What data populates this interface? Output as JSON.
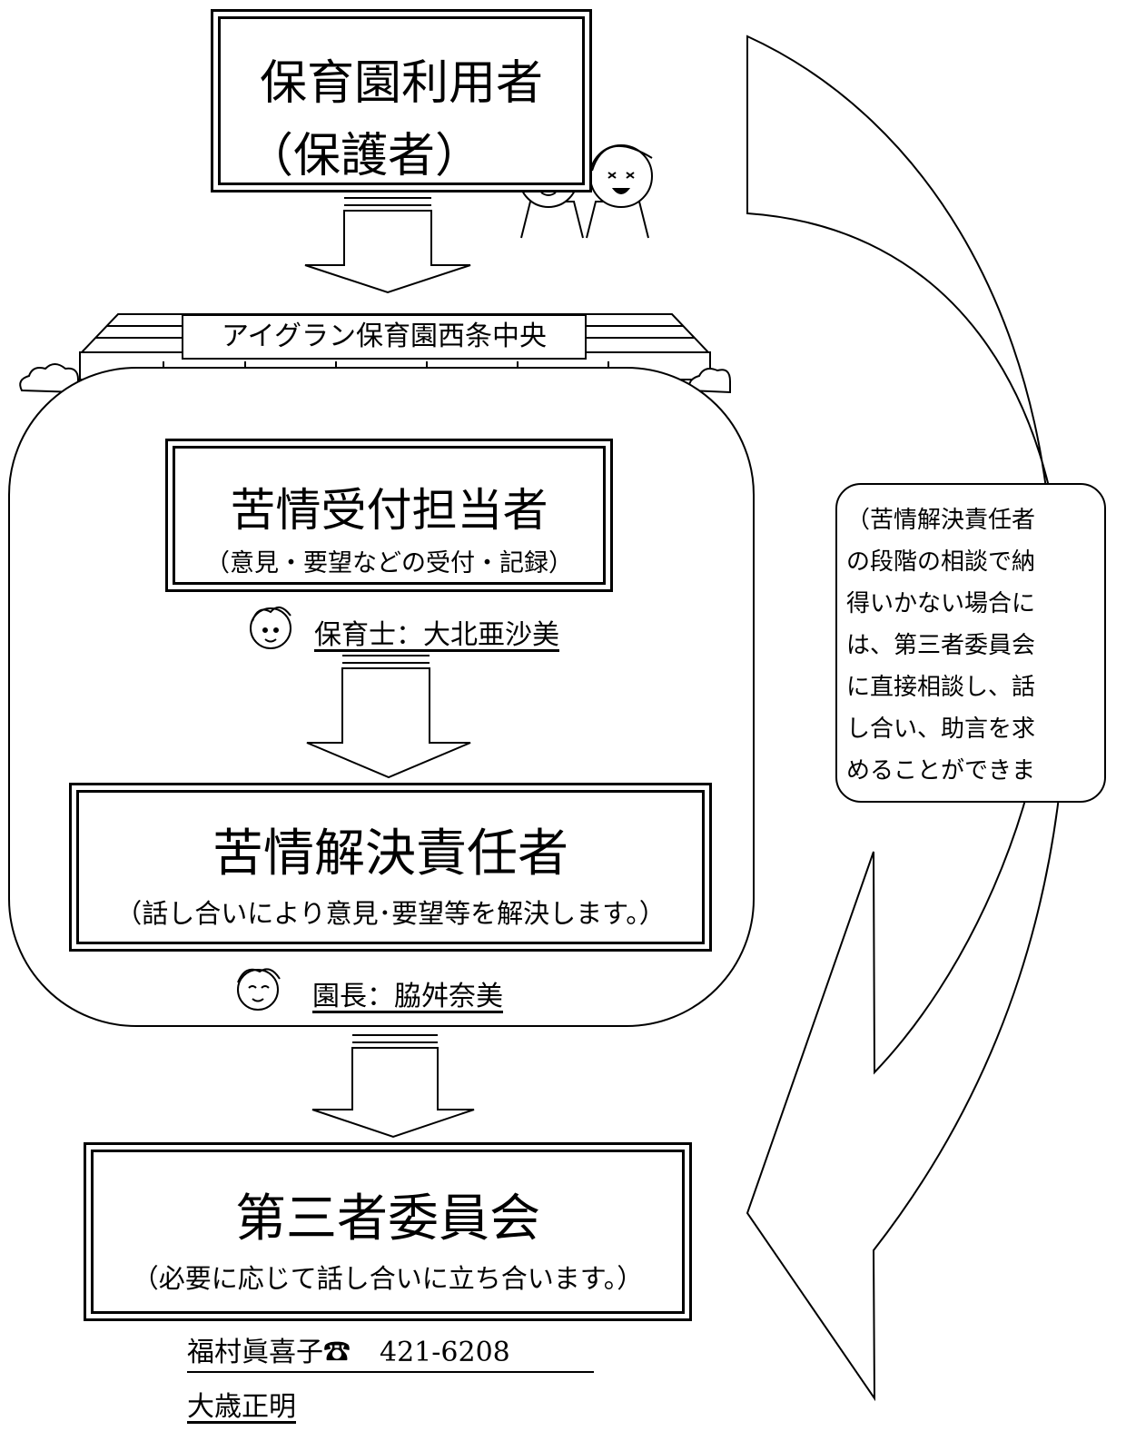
{
  "user_box": {
    "line1": "保育園利用者",
    "line2": "（保護者）"
  },
  "facility": {
    "name": "アイグラン保育園西条中央"
  },
  "complaint_receiver": {
    "title": "苦情受付担当者",
    "subtitle": "（意見・要望などの受付・記録）",
    "staff": "保育士：大北亜沙美"
  },
  "complaint_resolver": {
    "title": "苦情解決責任者",
    "subtitle": "（話し合いにより意見･要望等を解決します。）",
    "staff": "園長：脇舛奈美"
  },
  "third_party": {
    "title": "第三者委員会",
    "subtitle": "（必要に応じて話し合いに立ち合います。）",
    "member1": "福村眞喜子",
    "phone_icon": "☎",
    "phone": "421-6208",
    "member2": "大歳正明"
  },
  "side_note": {
    "lines": [
      "（苦情解決責任者",
      "の段階の相談で納",
      "得いかない場合に",
      "は、第三者委員会",
      "に直接相談し、話",
      "し合い、助言を求",
      "めることができま"
    ]
  }
}
